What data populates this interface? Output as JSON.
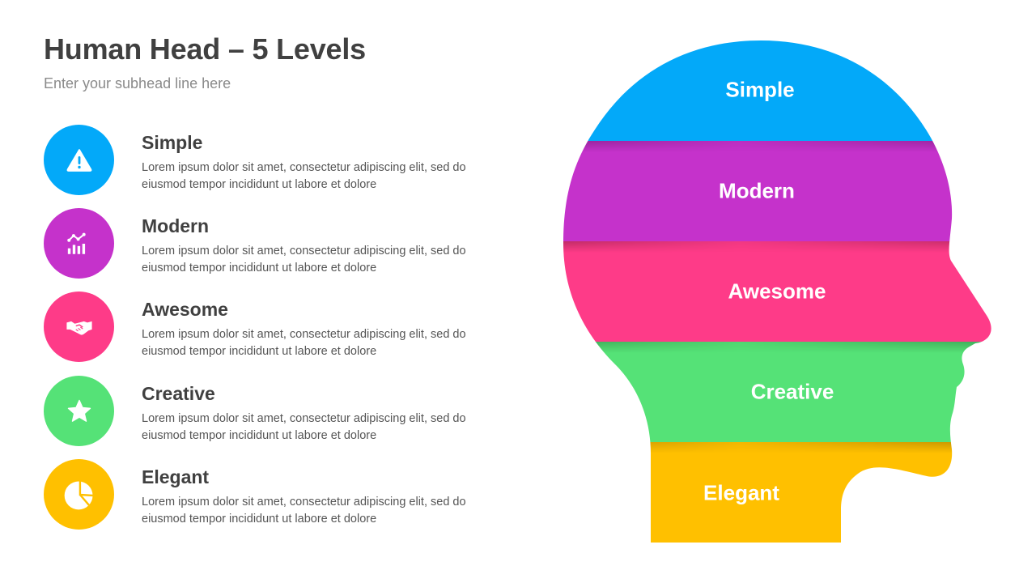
{
  "header": {
    "title": "Human Head – 5 Levels",
    "subtitle": "Enter your subhead line here"
  },
  "levels": [
    {
      "title": "Simple",
      "description": "Lorem ipsum dolor sit amet, consectetur adipiscing elit, sed do eiusmod tempor incididunt ut labore et dolore",
      "icon": "warning-icon",
      "color": "#03A9F9"
    },
    {
      "title": "Modern",
      "description": "Lorem ipsum dolor sit amet, consectetur adipiscing elit, sed do eiusmod tempor incididunt ut labore et dolore",
      "icon": "chart-growth-icon",
      "color": "#C532CB"
    },
    {
      "title": "Awesome",
      "description": "Lorem ipsum dolor sit amet, consectetur adipiscing elit, sed do eiusmod tempor incididunt ut labore et dolore",
      "icon": "handshake-icon",
      "color": "#FE3B88"
    },
    {
      "title": "Creative",
      "description": "Lorem ipsum dolor sit amet, consectetur adipiscing elit, sed do eiusmod tempor incididunt ut labore et dolore",
      "icon": "star-icon",
      "color": "#55E277"
    },
    {
      "title": "Elegant",
      "description": "Lorem ipsum dolor sit amet, consectetur adipiscing elit, sed do eiusmod tempor incididunt ut labore et dolore",
      "icon": "pie-chart-icon",
      "color": "#FFC000"
    }
  ],
  "head_diagram": {
    "labels": [
      "Simple",
      "Modern",
      "Awesome",
      "Creative",
      "Elegant"
    ]
  }
}
